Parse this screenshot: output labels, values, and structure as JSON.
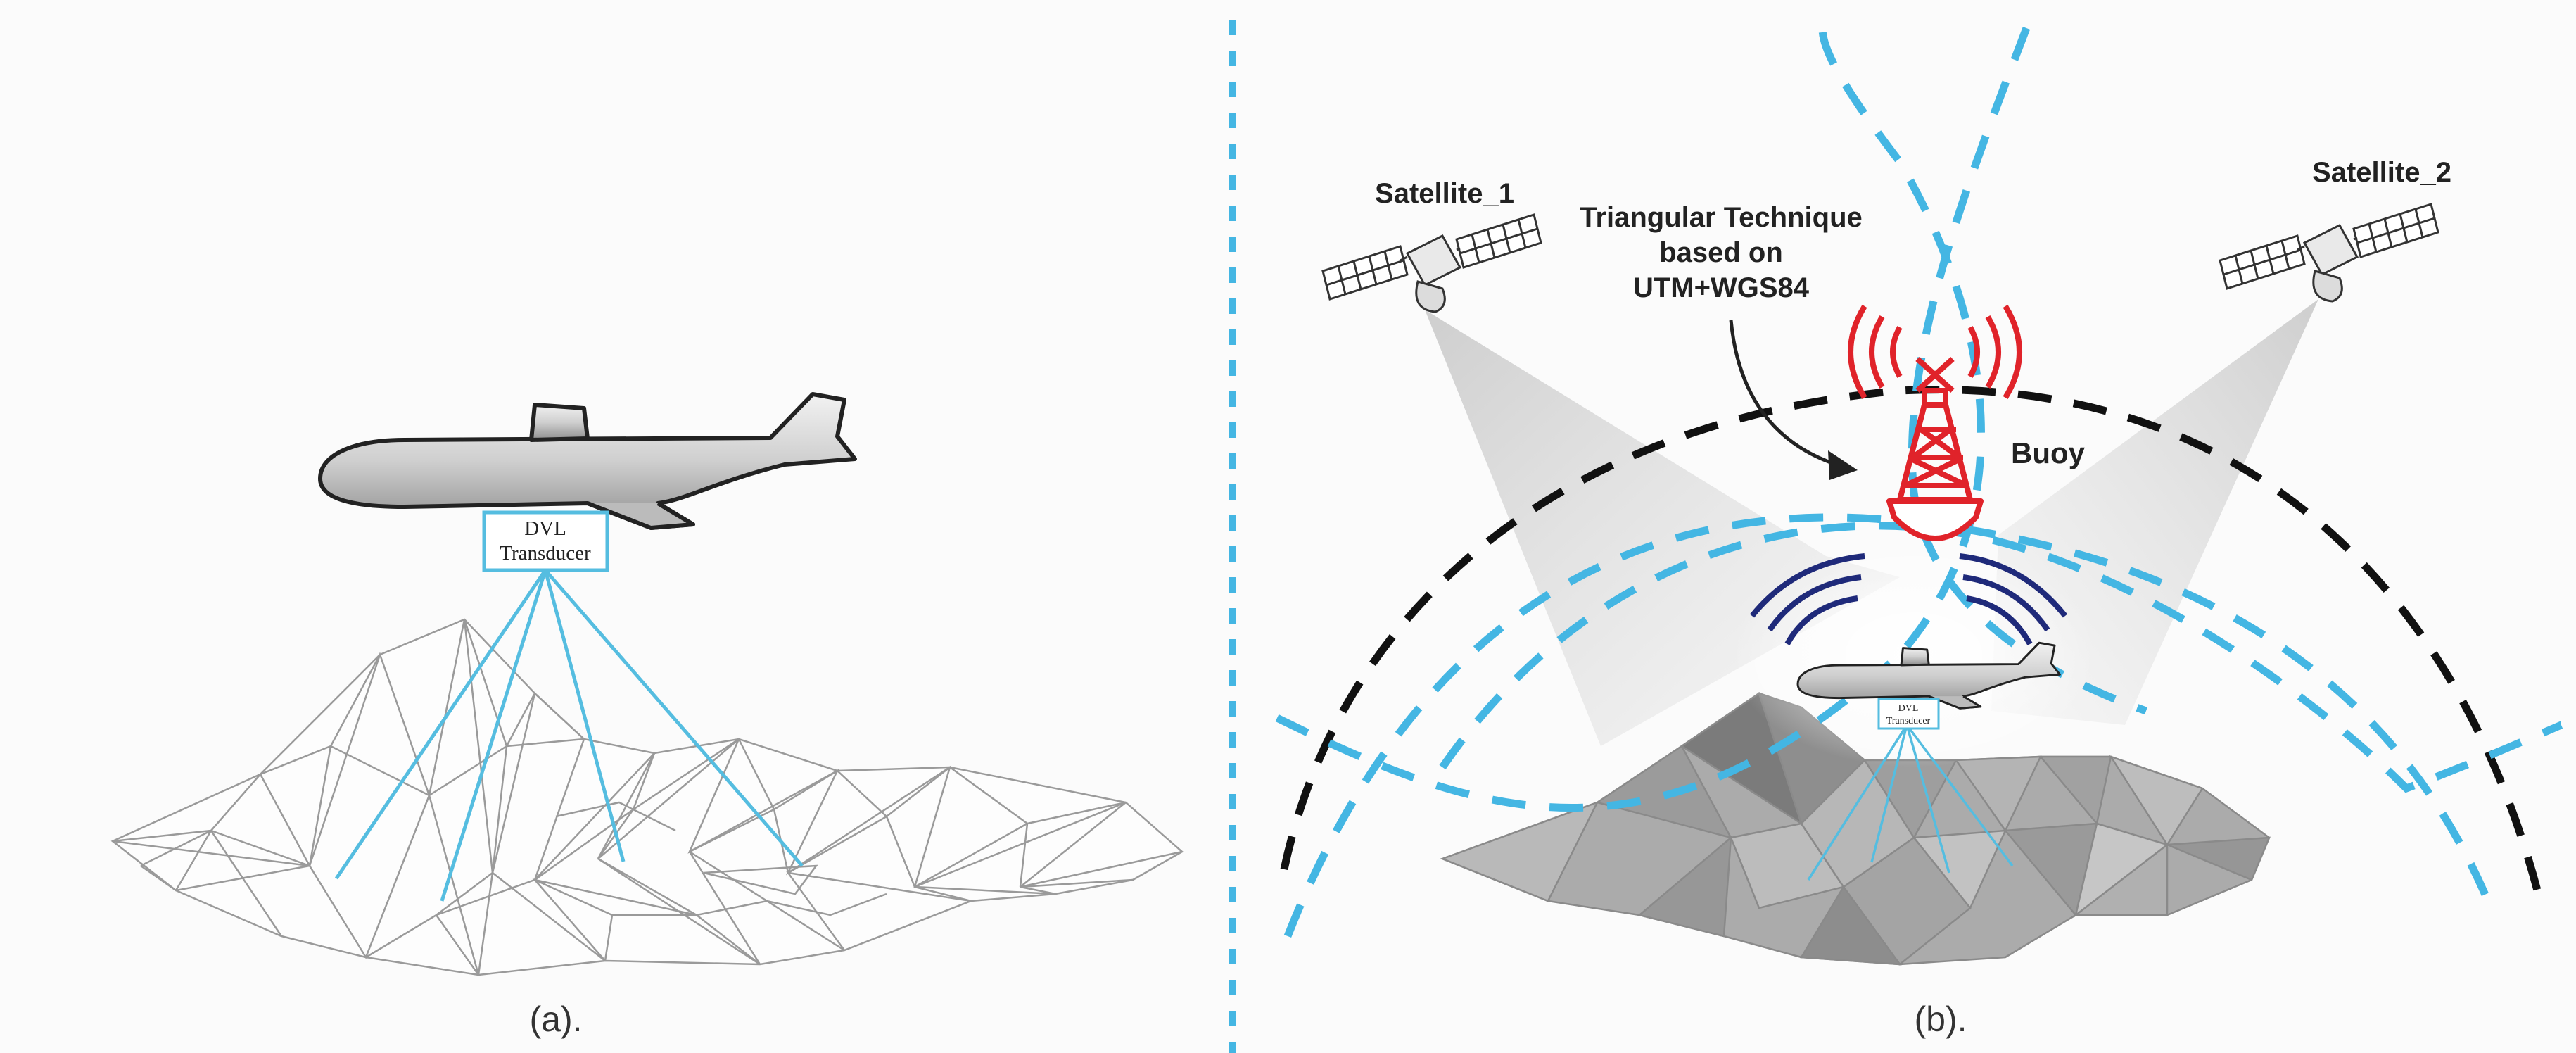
{
  "panel_a": {
    "caption": "(a).",
    "dvl_label_line1": "DVL",
    "dvl_label_line2": "Transducer"
  },
  "panel_b": {
    "caption": "(b).",
    "satellite_1_label": "Satellite_1",
    "satellite_2_label": "Satellite_2",
    "technique_line1": "Triangular Technique",
    "technique_line2": "based on",
    "technique_line3": "UTM+WGS84",
    "buoy_label": "Buoy",
    "dvl_small_line1": "DVL",
    "dvl_small_line2": "Transducer"
  },
  "colors": {
    "beam": "#55bde0",
    "dashed_blue": "#44b6e3",
    "dashed_black": "#111111",
    "buoy_red": "#e0232a",
    "signal_navy": "#1f2a7a",
    "mesh_line": "#9a9a9a",
    "terrain_fill": "#a9a9a9"
  }
}
